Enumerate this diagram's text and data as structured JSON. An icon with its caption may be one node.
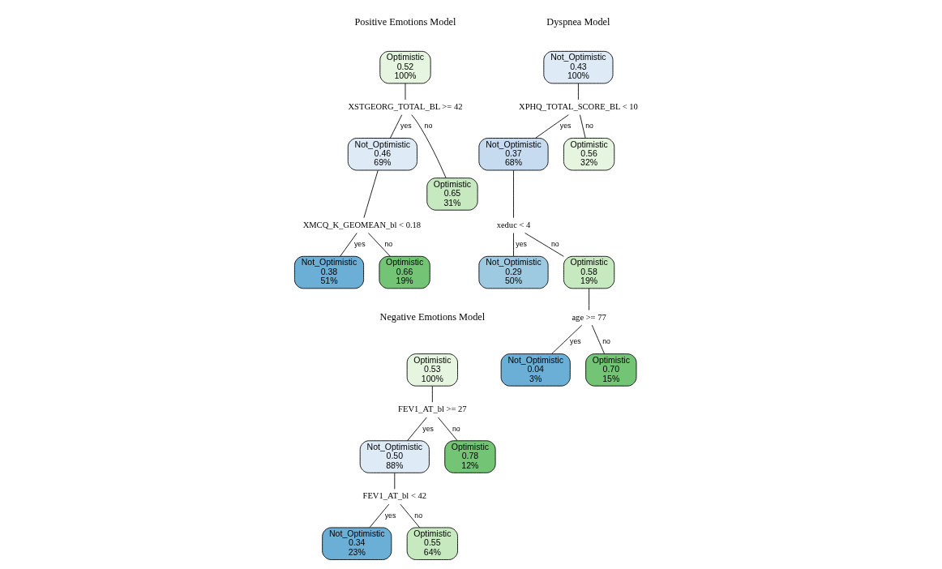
{
  "diagram": {
    "nodes": [
      {
        "text": [
          "Optimistic",
          "0.52",
          "100%"
        ]
      },
      {
        "text": [
          "XSTGEORG_TOTAL_BL >= 42"
        ]
      },
      {
        "text": [
          "Not_Optimistic",
          "0.46",
          "69%"
        ]
      },
      {
        "text": [
          "XMCQ_K_GEOMEAN_bl < 0.18"
        ]
      },
      {
        "text": [
          "Not_Optimistic",
          "0.38",
          "51%"
        ]
      },
      {
        "text": [
          "Optimistic",
          "0.66",
          "19%"
        ]
      },
      {
        "text": [
          "Optimistic",
          "0.65",
          "31%"
        ]
      },
      {
        "text": [
          "Optimistic",
          "0.53",
          "100%"
        ]
      },
      {
        "text": [
          "FEV1_AT_bl >= 27"
        ]
      },
      {
        "text": [
          "Not_Optimistic",
          "0.50",
          "88%"
        ]
      },
      {
        "text": [
          "FEV1_AT_bl < 42"
        ]
      },
      {
        "text": [
          "Not_Optimistic",
          "0.34",
          "23%"
        ]
      },
      {
        "text": [
          "Optimistic",
          "0.55",
          "64%"
        ]
      },
      {
        "text": [
          "Optimistic",
          "0.78",
          "12%"
        ]
      },
      {
        "text": [
          "Not_Optimistic",
          "0.43",
          "100%"
        ]
      },
      {
        "text": [
          "XPHQ_TOTAL_SCORE_BL < 10"
        ]
      },
      {
        "text": [
          "Not_Optimistic",
          "0.37",
          "68%"
        ]
      },
      {
        "text": [
          "xeduc < 4"
        ]
      },
      {
        "text": [
          "Not_Optimistic",
          "0.29",
          "50%"
        ]
      },
      {
        "text": [
          "Optimistic",
          "0.58",
          "19%"
        ]
      },
      {
        "text": [
          "age >= 77"
        ]
      },
      {
        "text": [
          "Not_Optimistic",
          "0.04",
          "3%"
        ]
      },
      {
        "text": [
          "Optimistic",
          "0.70",
          "15%"
        ]
      },
      {
        "text": [
          "Optimistic",
          "0.56",
          "32%"
        ]
      }
    ],
    "edges": [
      {
        "from": 0,
        "to": 1,
        "arrow": "none"
      },
      {
        "from": 1,
        "to": 2,
        "arrow": "none",
        "label": "yes"
      },
      {
        "from": 1,
        "to": 6,
        "arrow": "none",
        "label": "no"
      },
      {
        "from": 2,
        "to": 3,
        "arrow": "none"
      },
      {
        "from": 3,
        "to": 4,
        "arrow": "none",
        "label": "yes"
      },
      {
        "from": 3,
        "to": 5,
        "arrow": "none",
        "label": "no"
      },
      {
        "from": 7,
        "to": 8,
        "arrow": "none"
      },
      {
        "from": 8,
        "to": 9,
        "arrow": "none",
        "label": "yes"
      },
      {
        "from": 8,
        "to": 13,
        "arrow": "none",
        "label": "no"
      },
      {
        "from": 9,
        "to": 10,
        "arrow": "none"
      },
      {
        "from": 10,
        "to": 11,
        "arrow": "none",
        "label": "yes"
      },
      {
        "from": 10,
        "to": 12,
        "arrow": "none",
        "label": "no"
      },
      {
        "from": 14,
        "to": 15,
        "arrow": "none"
      },
      {
        "from": 15,
        "to": 16,
        "arrow": "none",
        "label": "yes"
      },
      {
        "from": 15,
        "to": 23,
        "arrow": "none",
        "label": "no"
      },
      {
        "from": 16,
        "to": 17,
        "arrow": "none"
      },
      {
        "from": 17,
        "to": 18,
        "arrow": "none",
        "label": "yes"
      },
      {
        "from": 17,
        "to": 19,
        "arrow": "none",
        "label": "no"
      },
      {
        "from": 19,
        "to": 20,
        "arrow": "none"
      },
      {
        "from": 20,
        "to": 21,
        "arrow": "none",
        "label": "yes"
      },
      {
        "from": 20,
        "to": 22,
        "arrow": "none",
        "label": "no"
      }
    ],
    "labels": [
      "Positive Emotions Model",
      "Dyspnea Model",
      "Negative Emotions Model"
    ]
  }
}
